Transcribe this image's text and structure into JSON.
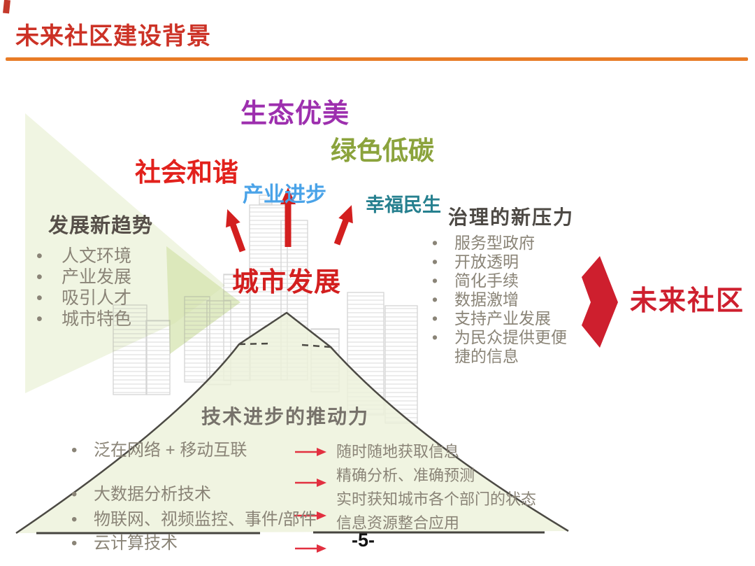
{
  "slide": {
    "title": "未来社区建设背景",
    "page_number": "-5-"
  },
  "vision": {
    "eco": "生态优美",
    "green": "绿色低碳",
    "social": "社会和谐",
    "industry": "产业进步",
    "welfare": "幸福民生"
  },
  "city": {
    "label": "城市发展"
  },
  "future": {
    "label": "未来社区"
  },
  "trends": {
    "heading": "发展新趋势",
    "items": [
      "人文环境",
      "产业发展",
      "吸引人才",
      "城市特色"
    ]
  },
  "pressures": {
    "heading": "治理的新压力",
    "items": [
      "服务型政府",
      "开放透明",
      "简化手续",
      "数据激增",
      "支持产业发展",
      "为民众提供更便捷的信息"
    ]
  },
  "technology": {
    "heading": "技术进步的推动力",
    "drivers": [
      "泛在网络 + 移动互联",
      "大数据分析技术",
      "物联网、视频监控、事件/部件",
      "云计算技术"
    ],
    "outcomes": [
      "随时随地获取信息",
      "精确分析、准确预测",
      "实时获知城市各个部门的状态",
      "信息资源整合应用"
    ]
  },
  "colors": {
    "title_red": "#cc3226",
    "rule_orange": "#e87c26",
    "eco_purple": "#9d2fae",
    "green_olive": "#8ba33c",
    "social_red": "#e2211c",
    "industry_blue": "#4aa3e8",
    "welfare_teal": "#26808f",
    "city_red": "#d31f1f",
    "future_red": "#ce1f2e",
    "heading_gray": "#564f49",
    "body_gray": "#8a8477",
    "flow_arrow_red": "#e23040",
    "mountain_green": "#ecf1d9",
    "beam_green": "#d8e5b4"
  }
}
